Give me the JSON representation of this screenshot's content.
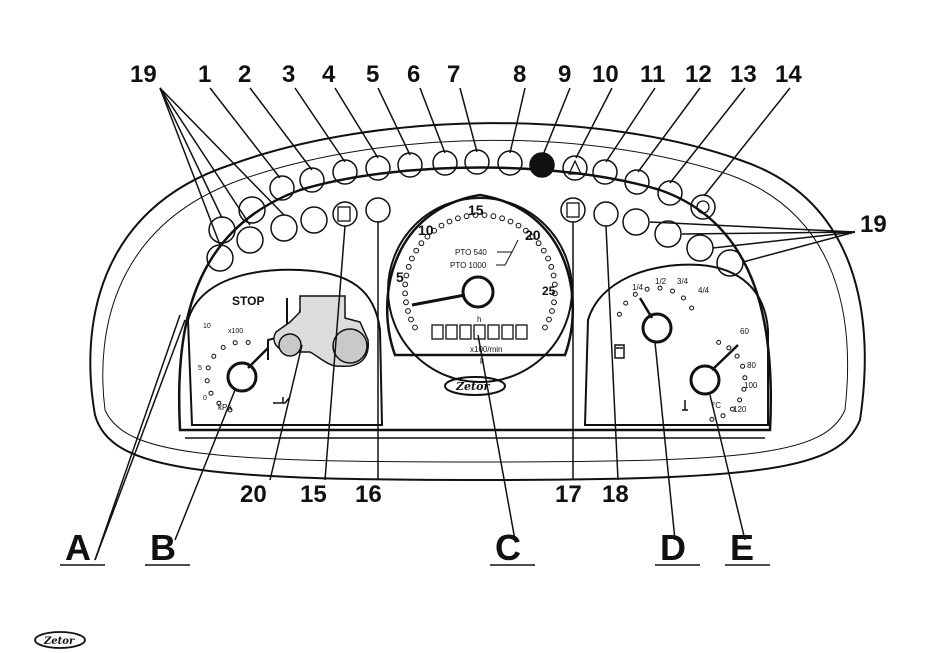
{
  "callouts_top": [
    "19",
    "1",
    "2",
    "3",
    "4",
    "5",
    "6",
    "7",
    "8",
    "9",
    "10",
    "11",
    "12",
    "13",
    "14"
  ],
  "callout_right": "19",
  "callouts_bottom": [
    "20",
    "15",
    "16",
    "17",
    "18"
  ],
  "letters": [
    "A",
    "B",
    "C",
    "D",
    "E"
  ],
  "stop_label": "STOP",
  "speedo_ticks": [
    "5",
    "10",
    "15",
    "20",
    "25"
  ],
  "pto_labels": [
    "PTO 540",
    "PTO 1000"
  ],
  "rpm_unit": "x100/min",
  "hour_label": "h",
  "km_label": "k",
  "pressure_ticks": [
    "10",
    "x100",
    "5",
    "0"
  ],
  "pressure_unit": "kPa",
  "fuel_ticks": [
    "1/4",
    "1/2",
    "3/4",
    "4/4"
  ],
  "temp_ticks": [
    "60",
    "80",
    "100",
    "120"
  ],
  "temp_unit": "°C",
  "brand": "Zetor",
  "footer_logo": "Zetor"
}
